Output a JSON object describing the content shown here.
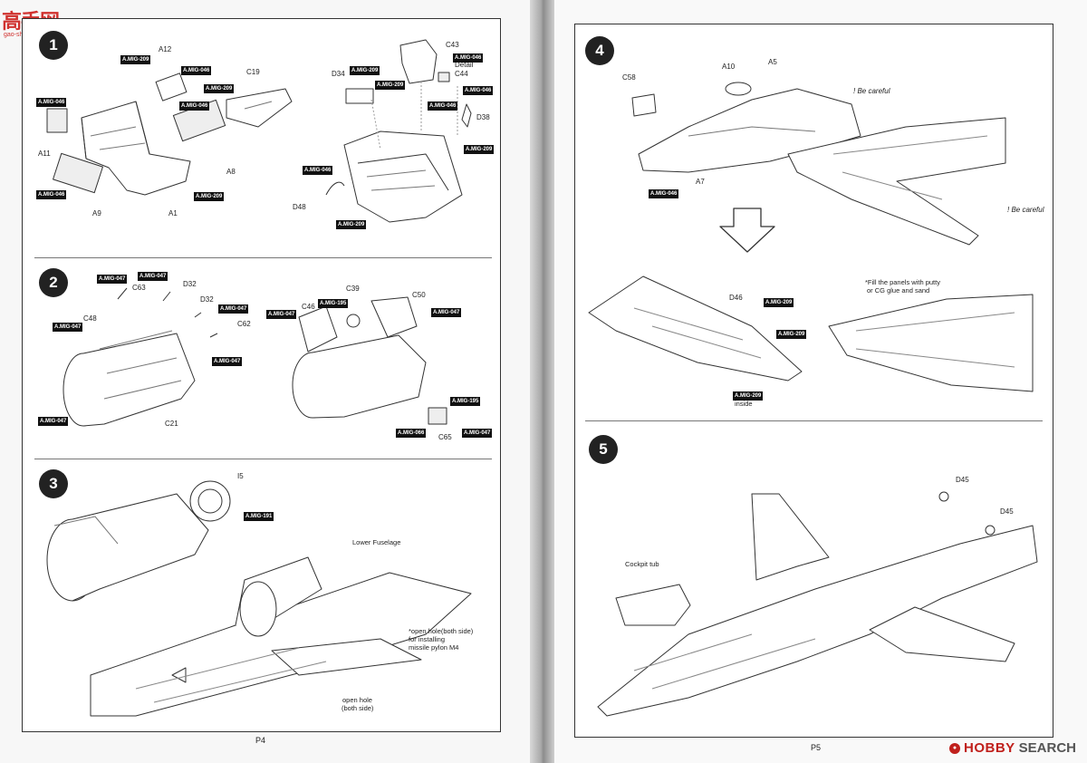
{
  "logo": {
    "site_name": "高手网",
    "url": "gao-shou.com"
  },
  "watermark": {
    "brand": "HOBBY",
    "suffix": "SEARCH"
  },
  "pages": {
    "left": "P4",
    "right": "P5"
  },
  "steps": [
    {
      "number": "1",
      "parts": [
        "A12",
        "C19",
        "A11",
        "A8",
        "A9",
        "A1",
        "D34",
        "C43",
        "C44",
        "D38",
        "D48"
      ],
      "detail_label": "Detail",
      "paints": [
        "A.MIG-209",
        "A.MIG-046",
        "A.MIG-209",
        "A.MIG-046",
        "A.MIG-046",
        "A.MIG-046",
        "A.MIG-209",
        "A.MIG-209",
        "A.MIG-209",
        "A.MIG-046",
        "A.MIG-046",
        "A.MIG-046",
        "A.MIG-209",
        "A.MIG-046",
        "A.MIG-209"
      ]
    },
    {
      "number": "2",
      "parts": [
        "C63",
        "D32",
        "D32",
        "C48",
        "C62",
        "C21",
        "C46",
        "C39",
        "C50",
        "C65"
      ],
      "paints": [
        "A.MIG-047",
        "A.MIG-047",
        "A.MIG-047",
        "A.MIG-047",
        "A.MIG-047",
        "A.MIG-047",
        "A.MIG-047",
        "A.MIG-195",
        "A.MIG-047",
        "A.MIG-195",
        "A.MIG-066",
        "A.MIG-047"
      ]
    },
    {
      "number": "3",
      "parts": [
        "I5"
      ],
      "paints": [
        "A.MIG-191"
      ],
      "labels": [
        "Lower Fuselage",
        "*open hole(both side)",
        "for installing",
        "missile pylon M4",
        "open hole",
        "(both side)"
      ]
    },
    {
      "number": "4",
      "parts": [
        "A10",
        "A5",
        "C58",
        "A7",
        "D46"
      ],
      "paints": [
        "A.MIG-046",
        "A.MIG-209",
        "A.MIG-209",
        "A.MIG-209"
      ],
      "notes": [
        "Be careful",
        "Be careful",
        "*Fill the panels with putty",
        "or CG glue and sand",
        "inside"
      ]
    },
    {
      "number": "5",
      "parts": [
        "D45",
        "D45"
      ],
      "labels": [
        "Cockpit tub"
      ]
    }
  ]
}
